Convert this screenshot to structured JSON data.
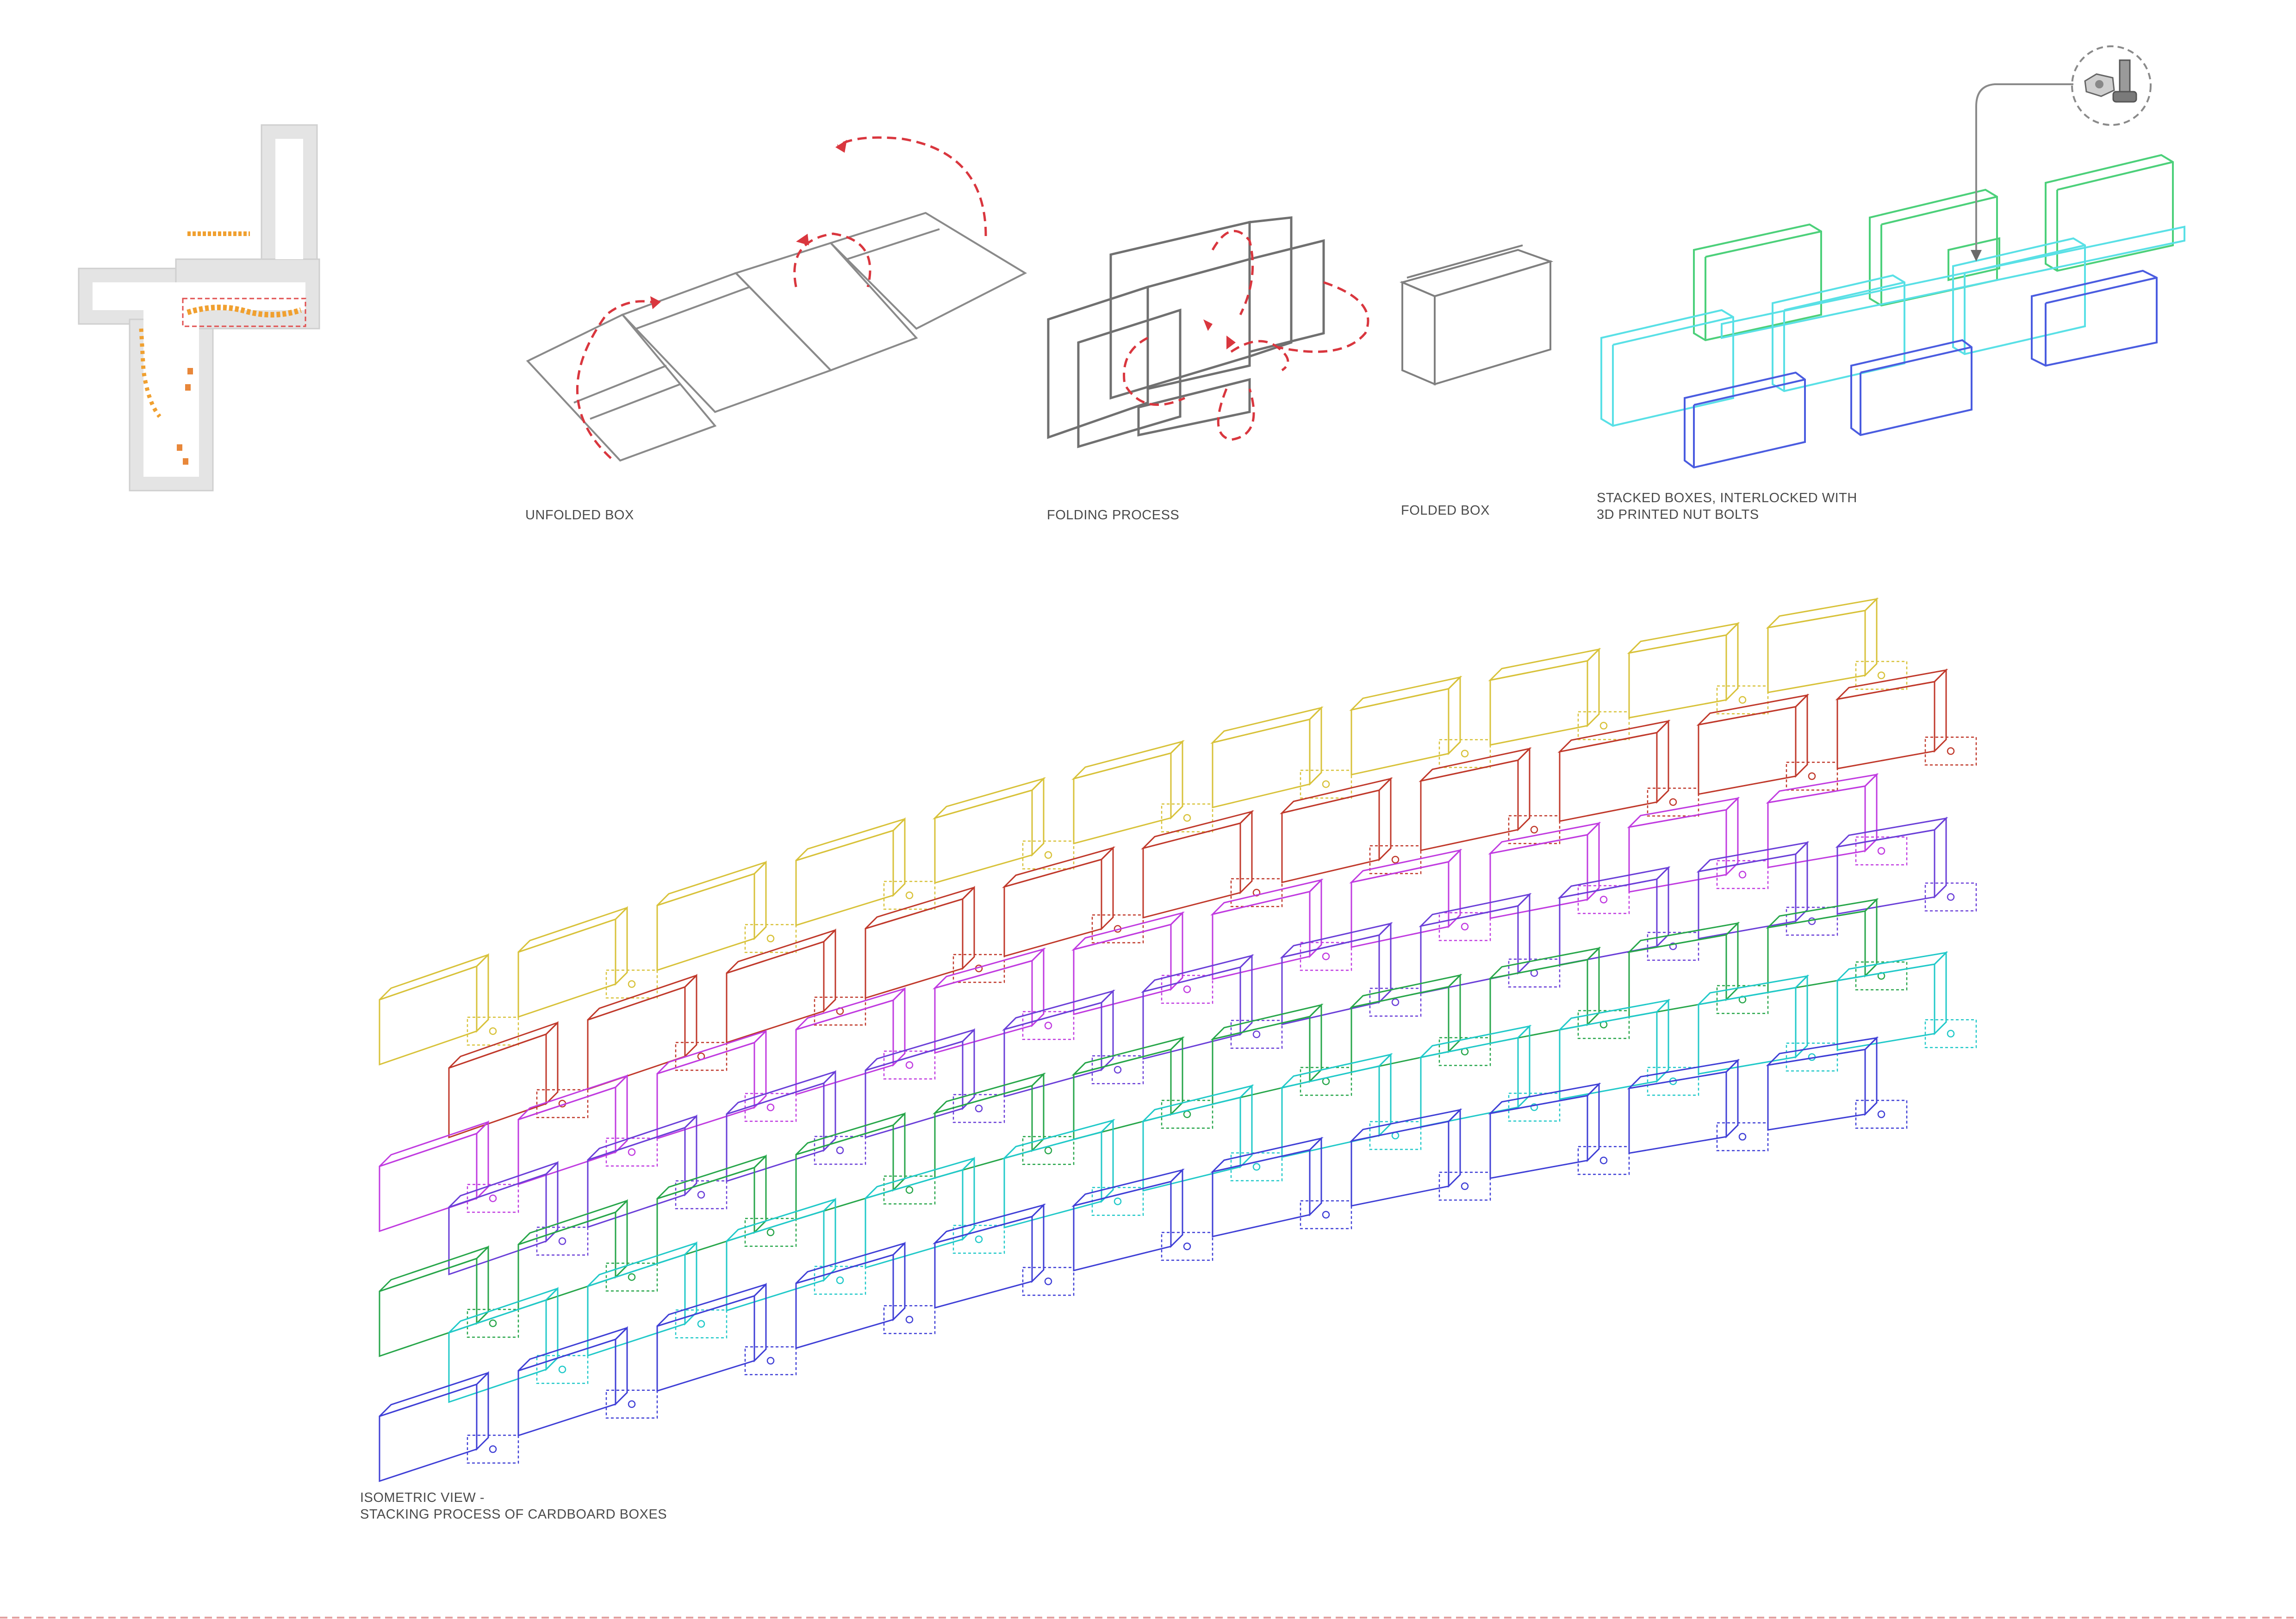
{
  "captions": {
    "unfolded": "UNFOLDED BOX",
    "folding": "FOLDING PROCESS",
    "folded": "FOLDED BOX",
    "stacked_line1": "STACKED BOXES, INTERLOCKED WITH",
    "stacked_line2": "3D PRINTED NUT BOLTS",
    "iso_line1": "ISOMETRIC VIEW -",
    "iso_line2": "STACKING PROCESS OF CARDBOARD BOXES"
  },
  "colors": {
    "fold_arrow": "#d9363e",
    "panel_stroke": "#8a8a8a",
    "top_course": "#d8c23a",
    "red_course": "#c0392b",
    "orange_connector": "#f0753a",
    "magenta_course": "#c03be0",
    "violet_course": "#6a3fd8",
    "green_course": "#27a64a",
    "cyan_course": "#21c9c9",
    "blue_course": "#3f3fd6",
    "stacked_green": "#4cd07a",
    "stacked_cyan": "#59e0e6",
    "stacked_blue": "#4a5ce0",
    "plan_highlight": "#f0a030",
    "border_dash": "#e3a0a0"
  }
}
